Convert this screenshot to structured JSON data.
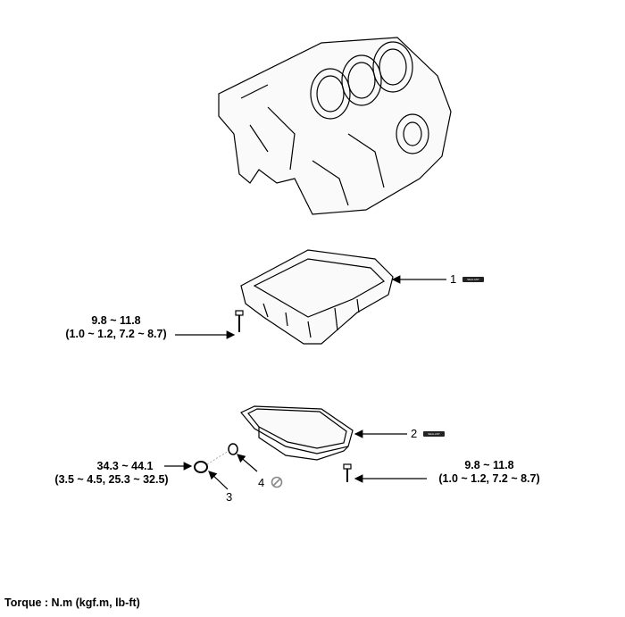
{
  "parts": [
    {
      "number": "1",
      "sealant": "SEALANT"
    },
    {
      "number": "2",
      "sealant": "SEALANT"
    },
    {
      "number": "3"
    },
    {
      "number": "4",
      "icon": "do-not-reuse-icon"
    }
  ],
  "torques": {
    "ladder_bolt": {
      "value": "9.8 ~ 11.8",
      "alt": "(1.0 ~ 1.2, 7.2 ~ 8.7)"
    },
    "pan_bolt": {
      "value": "9.8 ~ 11.8",
      "alt": "(1.0 ~ 1.2, 7.2 ~ 8.7)"
    },
    "drain_plug": {
      "value": "34.3 ~ 44.1",
      "alt": "(3.5 ~ 4.5, 25.3 ~ 32.5)"
    }
  },
  "footer": "Torque : N.m (kgf.m, lb-ft)"
}
